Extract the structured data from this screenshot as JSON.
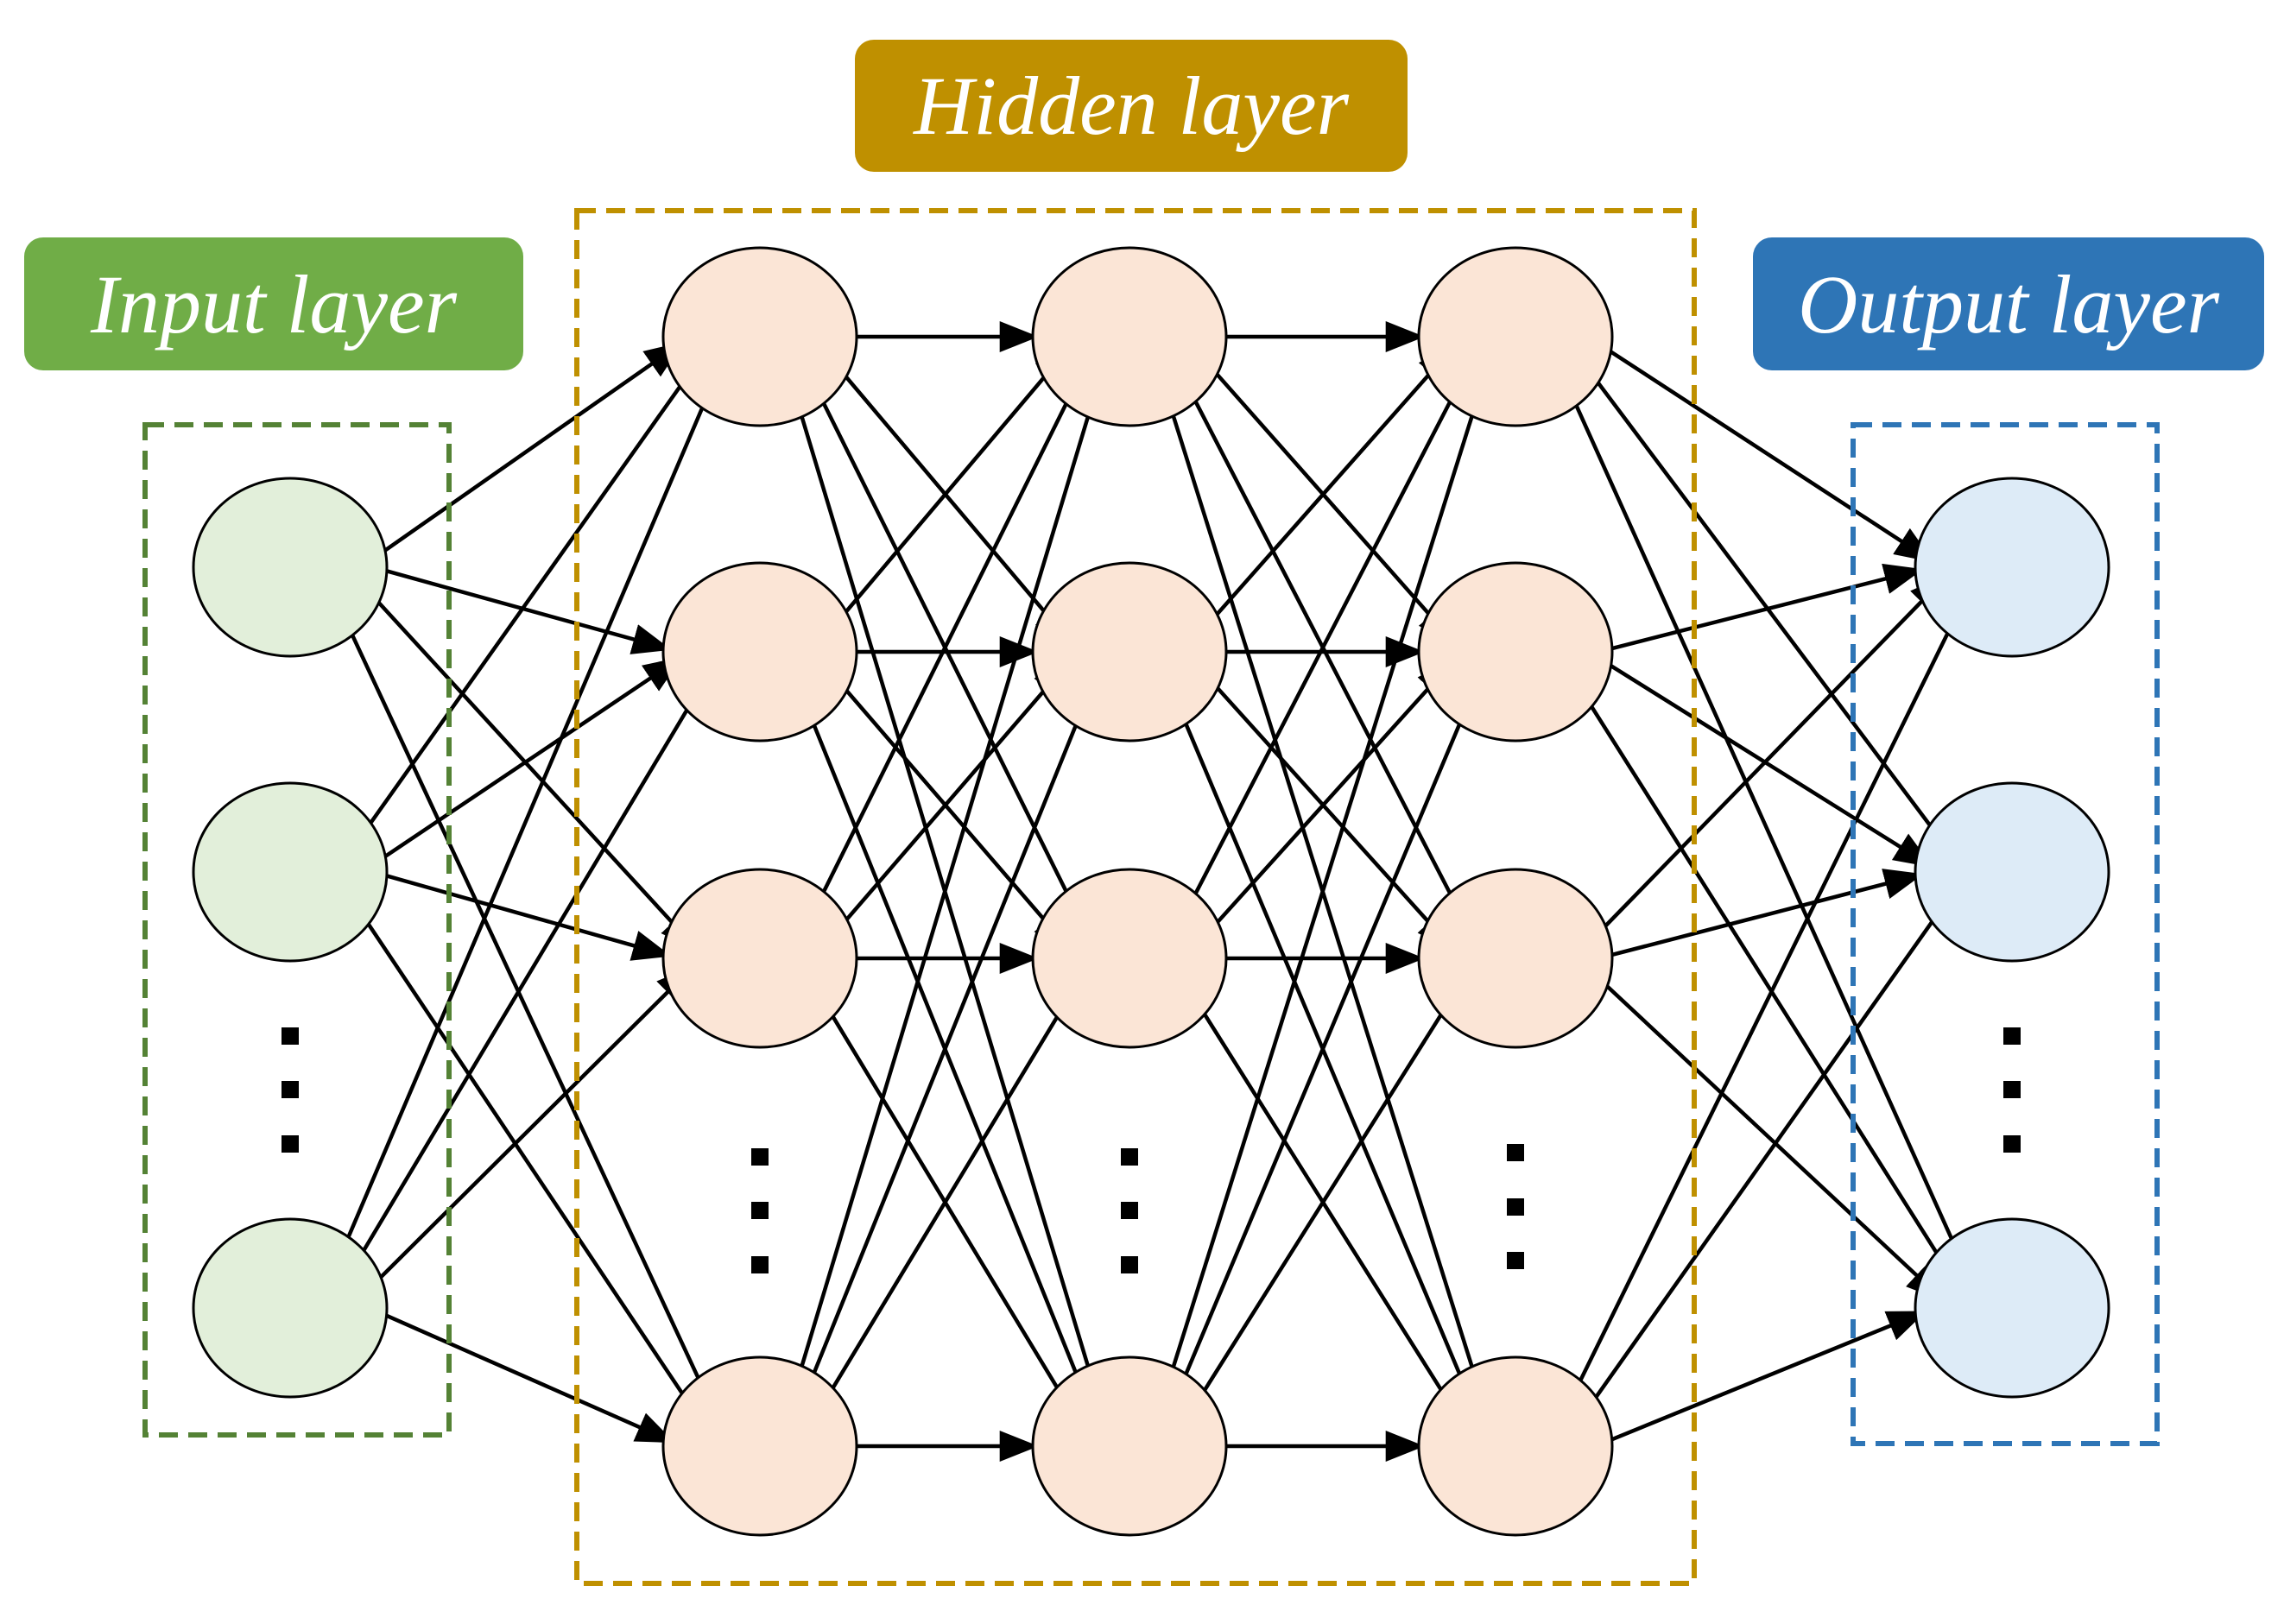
{
  "labels": {
    "input": "Input layer",
    "hidden": "Hidden layer",
    "output": "Output layer"
  },
  "colors": {
    "input_label_bg": "#70ad47",
    "hidden_label_bg": "#bf9000",
    "output_label_bg": "#2e75b6",
    "input_box_border": "#548235",
    "hidden_box_border": "#bf9000",
    "output_box_border": "#2e75b6",
    "input_node_fill": "#e2efda",
    "hidden_node_fill": "#fbe5d6",
    "output_node_fill": "#ddebf7",
    "node_stroke": "#000000",
    "edge": "#000000"
  },
  "network": {
    "layers": [
      {
        "role": "input",
        "visible_nodes": 3,
        "ellipsis_after": 2
      },
      {
        "role": "hidden",
        "visible_nodes": 4,
        "ellipsis_after": 3
      },
      {
        "role": "hidden",
        "visible_nodes": 4,
        "ellipsis_after": 3
      },
      {
        "role": "hidden",
        "visible_nodes": 4,
        "ellipsis_after": 3
      },
      {
        "role": "output",
        "visible_nodes": 3,
        "ellipsis_after": 2
      }
    ],
    "connectivity": "fully-connected"
  }
}
